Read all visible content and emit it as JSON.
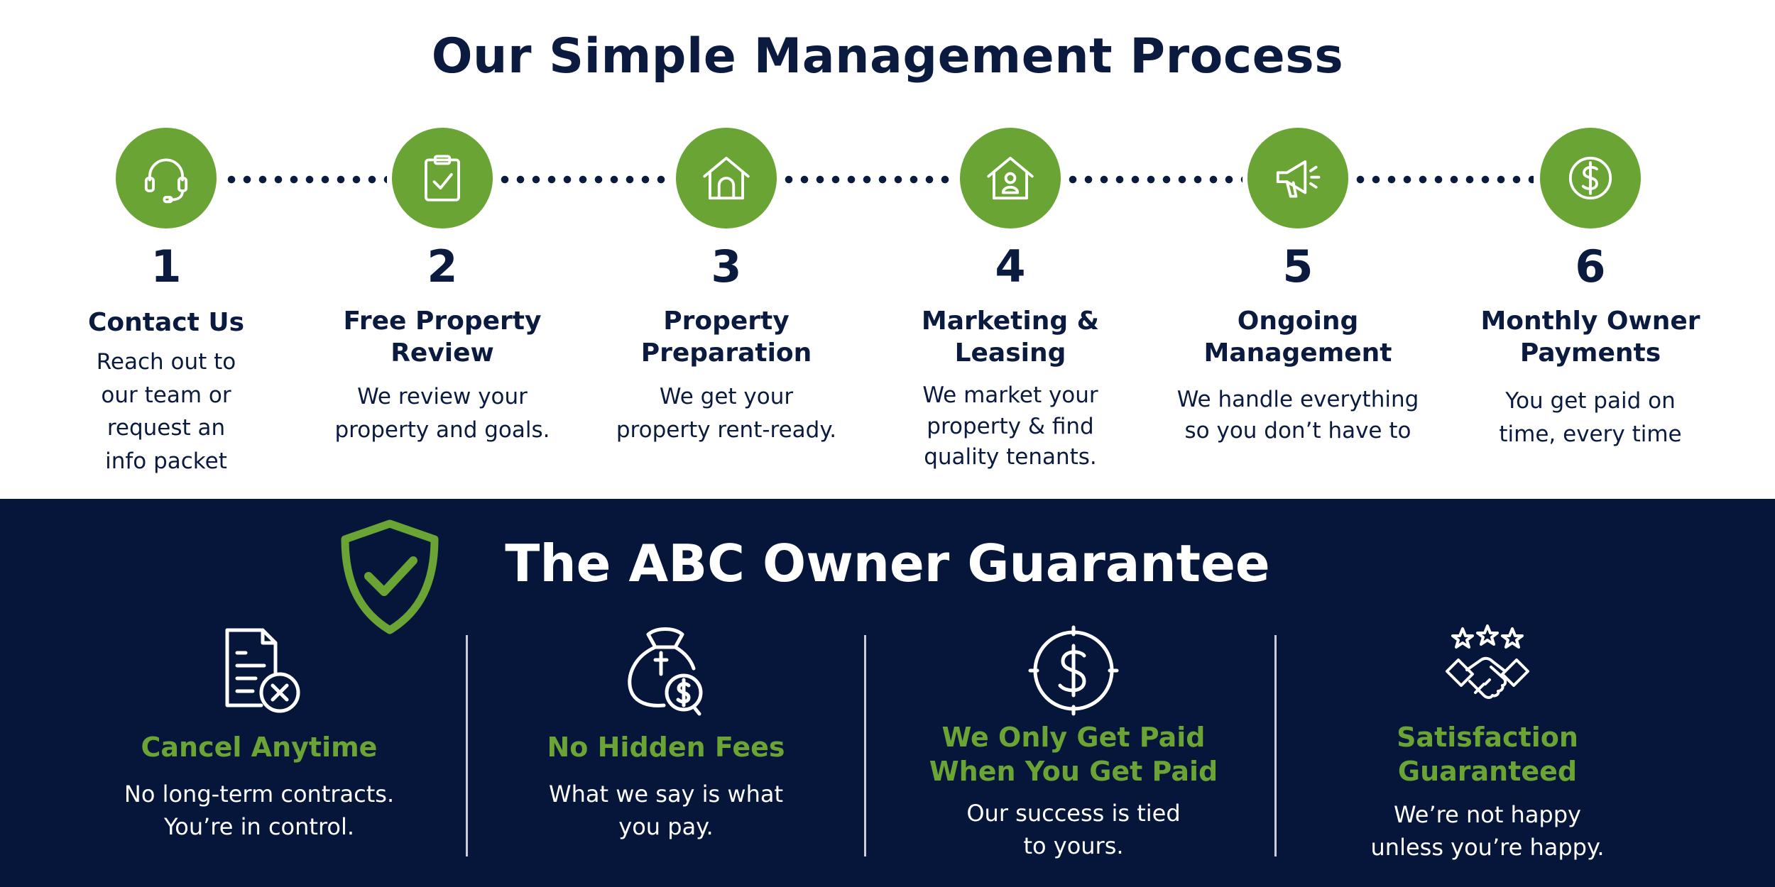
{
  "process": {
    "title": "Our Simple Management Process",
    "steps": [
      {
        "number": "1",
        "icon": "headset-icon",
        "title": "Contact Us",
        "desc": "Reach out to\nour team or\nrequest an\ninfo packet"
      },
      {
        "number": "2",
        "icon": "clipboard-check-icon",
        "title": "Free Property\nReview",
        "desc": "We review your\nproperty and goals."
      },
      {
        "number": "3",
        "icon": "house-icon",
        "title": "Property\nPreparation",
        "desc": "We get your\nproperty rent-ready."
      },
      {
        "number": "4",
        "icon": "house-person-icon",
        "title": "Marketing &\nLeasing",
        "desc": "We market your\nproperty & find\nquality tenants."
      },
      {
        "number": "5",
        "icon": "megaphone-icon",
        "title": "Ongoing\nManagement",
        "desc": "We handle everything\nso you don’t have to"
      },
      {
        "number": "6",
        "icon": "dollar-circle-icon",
        "title": "Monthly Owner\nPayments",
        "desc": "You get paid on\ntime, every time"
      }
    ]
  },
  "guarantee": {
    "title": "The ABC Owner Guarantee",
    "badge_icon": "shield-check-icon",
    "items": [
      {
        "icon": "document-cancel-icon",
        "title": "Cancel Anytime",
        "desc": "No long-term contracts.\nYou’re in control."
      },
      {
        "icon": "money-bag-icon",
        "title": "No Hidden Fees",
        "desc": "What we say is what\nyou pay."
      },
      {
        "icon": "dollar-circle-icon",
        "title": "We Only Get Paid\nWhen You Get Paid",
        "desc": "Our success is tied\nto yours."
      },
      {
        "icon": "handshake-stars-icon",
        "title": "Satisfaction\nGuaranteed",
        "desc": "We’re not happy\nunless you’re happy."
      }
    ]
  },
  "colors": {
    "navy": "#0b1b3f",
    "green": "#6aa434",
    "background_dark": "#06163a"
  }
}
